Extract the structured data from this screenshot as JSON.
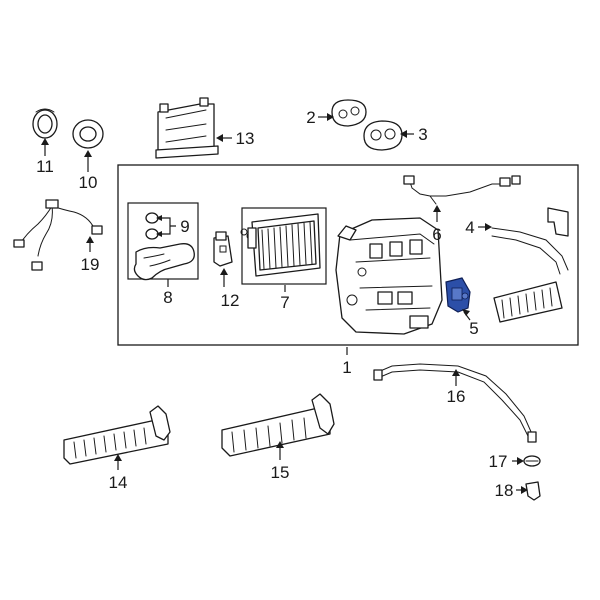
{
  "diagram": {
    "callouts": [
      {
        "id": "c1",
        "label": "1"
      },
      {
        "id": "c2",
        "label": "2"
      },
      {
        "id": "c3",
        "label": "3"
      },
      {
        "id": "c4",
        "label": "4"
      },
      {
        "id": "c5",
        "label": "5"
      },
      {
        "id": "c6",
        "label": "6"
      },
      {
        "id": "c7",
        "label": "7"
      },
      {
        "id": "c8",
        "label": "8"
      },
      {
        "id": "c9",
        "label": "9"
      },
      {
        "id": "c10",
        "label": "10"
      },
      {
        "id": "c11",
        "label": "11"
      },
      {
        "id": "c12",
        "label": "12"
      },
      {
        "id": "c13",
        "label": "13"
      },
      {
        "id": "c14",
        "label": "14"
      },
      {
        "id": "c15",
        "label": "15"
      },
      {
        "id": "c16",
        "label": "16"
      },
      {
        "id": "c17",
        "label": "17"
      },
      {
        "id": "c18",
        "label": "18"
      },
      {
        "id": "c19",
        "label": "19"
      }
    ],
    "highlighted_part": "5",
    "highlight_color": "#2c4fa8"
  }
}
